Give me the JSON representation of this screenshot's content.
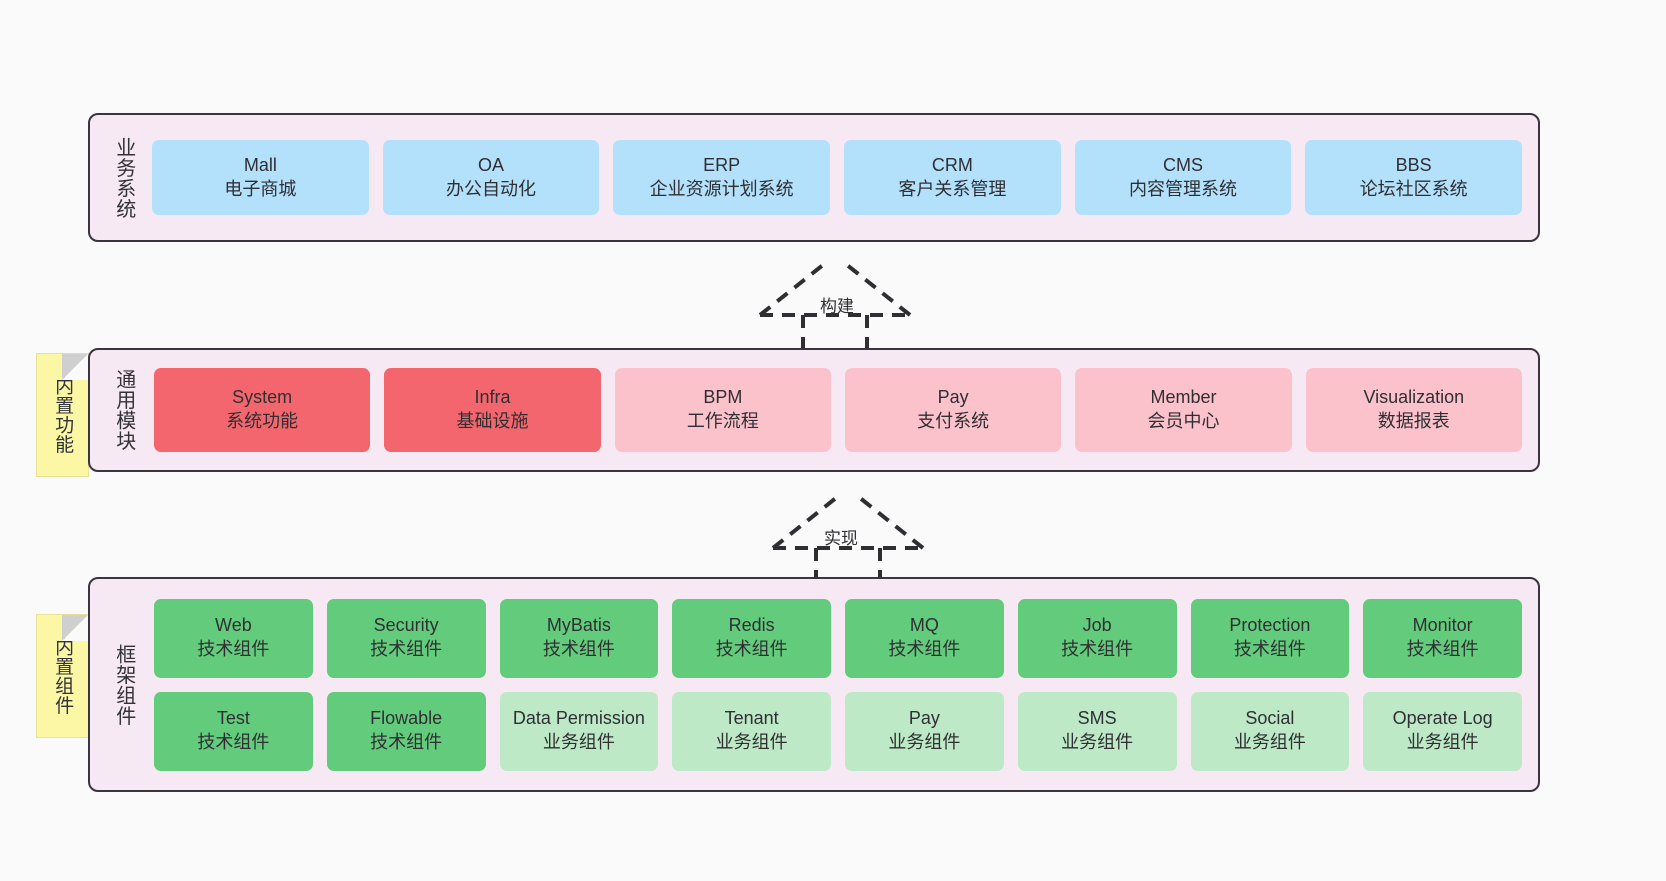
{
  "diagram": {
    "background_color": "#fafafa",
    "panel_color": "#f7e9f3",
    "panel_border_color": "#3a3340",
    "note_color": "#fbf7a4"
  },
  "layers": {
    "business": {
      "title": "业务系统",
      "card_color": "#b3e0fb",
      "cards": [
        {
          "en": "Mall",
          "cn": "电子商城"
        },
        {
          "en": "OA",
          "cn": "办公自动化"
        },
        {
          "en": "ERP",
          "cn": "企业资源计划系统"
        },
        {
          "en": "CRM",
          "cn": "客户关系管理"
        },
        {
          "en": "CMS",
          "cn": "内容管理系统"
        },
        {
          "en": "BBS",
          "cn": "论坛社区系统"
        }
      ]
    },
    "common": {
      "title": "通用模块",
      "note": "内置功能",
      "card_color_strong": "#f4666e",
      "card_color_soft": "#fbc2cc",
      "cards": [
        {
          "en": "System",
          "cn": "系统功能",
          "tone": "strong"
        },
        {
          "en": "Infra",
          "cn": "基础设施",
          "tone": "strong"
        },
        {
          "en": "BPM",
          "cn": "工作流程",
          "tone": "soft"
        },
        {
          "en": "Pay",
          "cn": "支付系统",
          "tone": "soft"
        },
        {
          "en": "Member",
          "cn": "会员中心",
          "tone": "soft"
        },
        {
          "en": "Visualization",
          "cn": "数据报表",
          "tone": "soft"
        }
      ]
    },
    "framework": {
      "title": "框架组件",
      "note": "内置组件",
      "card_color_strong": "#63cc7c",
      "card_color_soft": "#bde9c6",
      "row1": [
        {
          "en": "Web",
          "cn": "技术组件",
          "tone": "strong"
        },
        {
          "en": "Security",
          "cn": "技术组件",
          "tone": "strong"
        },
        {
          "en": "MyBatis",
          "cn": "技术组件",
          "tone": "strong"
        },
        {
          "en": "Redis",
          "cn": "技术组件",
          "tone": "strong"
        },
        {
          "en": "MQ",
          "cn": "技术组件",
          "tone": "strong"
        },
        {
          "en": "Job",
          "cn": "技术组件",
          "tone": "strong"
        },
        {
          "en": "Protection",
          "cn": "技术组件",
          "tone": "strong"
        },
        {
          "en": "Monitor",
          "cn": "技术组件",
          "tone": "strong"
        }
      ],
      "row2": [
        {
          "en": "Test",
          "cn": "技术组件",
          "tone": "strong"
        },
        {
          "en": "Flowable",
          "cn": "技术组件",
          "tone": "strong"
        },
        {
          "en": "Data Permission",
          "cn": "业务组件",
          "tone": "soft"
        },
        {
          "en": "Tenant",
          "cn": "业务组件",
          "tone": "soft"
        },
        {
          "en": "Pay",
          "cn": "业务组件",
          "tone": "soft"
        },
        {
          "en": "SMS",
          "cn": "业务组件",
          "tone": "soft"
        },
        {
          "en": "Social",
          "cn": "业务组件",
          "tone": "soft"
        },
        {
          "en": "Operate Log",
          "cn": "业务组件",
          "tone": "soft"
        }
      ]
    }
  },
  "arrows": [
    {
      "id": "build",
      "label": "构建"
    },
    {
      "id": "impl",
      "label": "实现"
    }
  ]
}
